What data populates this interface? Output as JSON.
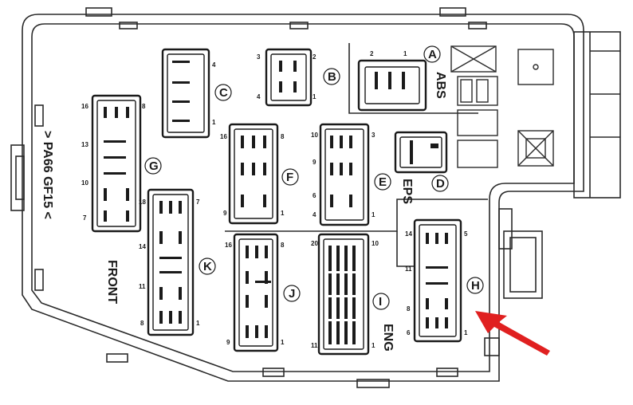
{
  "labels": {
    "material": "> PA66  GF15 <",
    "front": "FRONT",
    "abs": "ABS",
    "eps": "EPS",
    "eng": "ENG"
  },
  "connectors": [
    {
      "letter": "A",
      "pins": [
        "2",
        "1"
      ]
    },
    {
      "letter": "B",
      "pins": [
        "3",
        "2",
        "4",
        "1"
      ]
    },
    {
      "letter": "C",
      "pins": [
        "4",
        "1"
      ]
    },
    {
      "letter": "D",
      "pins": []
    },
    {
      "letter": "E",
      "pins": [
        "10",
        "3",
        "9",
        "6",
        "4",
        "1"
      ]
    },
    {
      "letter": "F",
      "pins": [
        "16",
        "8",
        "9",
        "1"
      ]
    },
    {
      "letter": "G",
      "pins": [
        "16",
        "8",
        "13",
        "10",
        "7"
      ]
    },
    {
      "letter": "H",
      "pins": [
        "14",
        "5",
        "11",
        "8",
        "6",
        "1"
      ]
    },
    {
      "letter": "I",
      "pins": [
        "20",
        "10",
        "11",
        "1"
      ]
    },
    {
      "letter": "J",
      "pins": [
        "16",
        "8",
        "9",
        "1"
      ]
    },
    {
      "letter": "K",
      "pins": [
        "18",
        "7",
        "14",
        "11",
        "8",
        "1"
      ]
    }
  ],
  "colors": {
    "outline": "#2a2a2a",
    "pointer_arrow": "#e02020"
  }
}
